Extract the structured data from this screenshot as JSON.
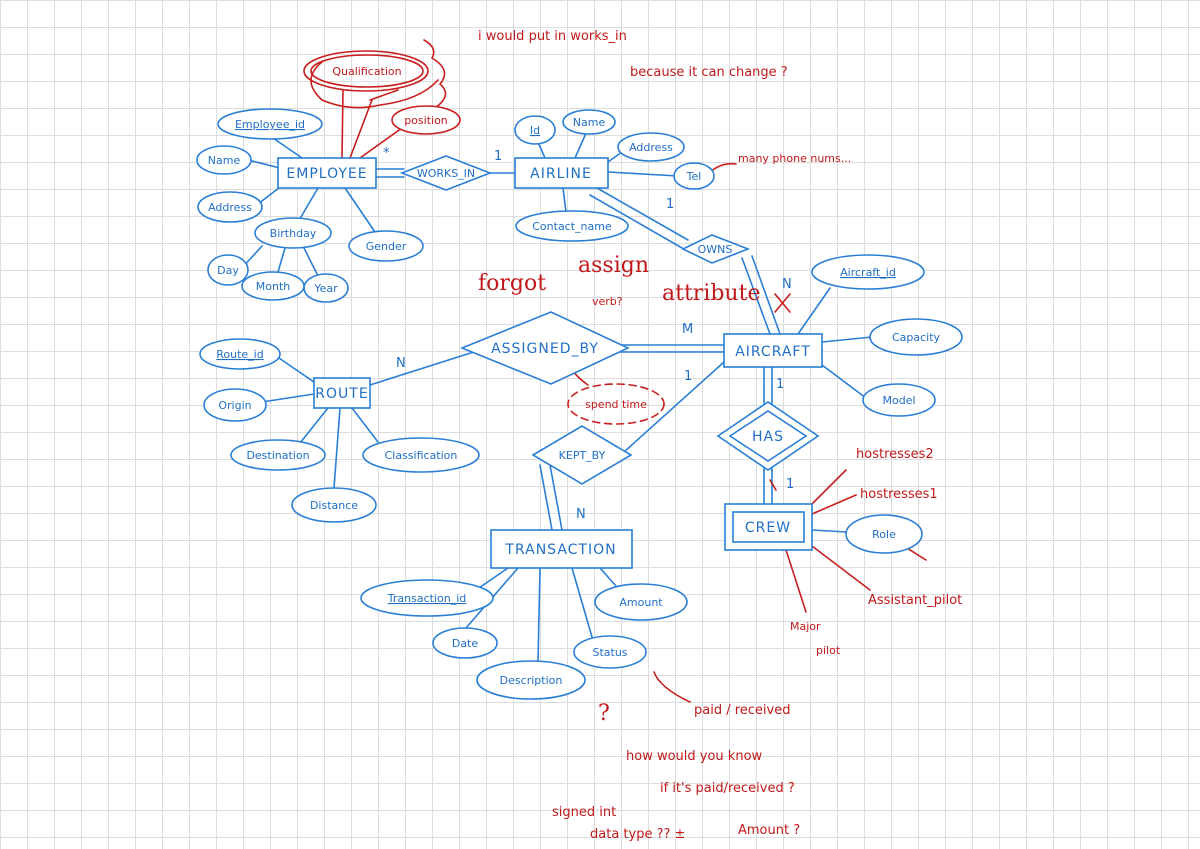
{
  "entities": {
    "employee": "EMPLOYEE",
    "airline": "AIRLINE",
    "aircraft": "AIRCRAFT",
    "route": "ROUTE",
    "transaction": "TRANSACTION",
    "crew": "CREW"
  },
  "relationships": {
    "works_in": "WORKS_IN",
    "owns": "OWNS",
    "assigned_by": "ASSIGNED_BY",
    "has": "HAS",
    "kept_by": "KEPT_BY"
  },
  "attributes": {
    "employee_id": "Employee_id",
    "emp_name": "Name",
    "emp_address": "Address",
    "birthday": "Birthday",
    "day": "Day",
    "month": "Month",
    "year": "Year",
    "gender": "Gender",
    "airline_id": "Id",
    "airline_name": "Name",
    "airline_address": "Address",
    "tel": "Tel",
    "contact_name": "Contact_name",
    "aircraft_id": "Aircraft_id",
    "capacity": "Capacity",
    "model": "Model",
    "route_id": "Route_id",
    "origin": "Origin",
    "destination": "Destination",
    "classification": "Classification",
    "distance": "Distance",
    "transaction_id": "Transaction_id",
    "date": "Date",
    "description": "Description",
    "status": "Status",
    "amount": "Amount",
    "role": "Role"
  },
  "cardinalities": {
    "works_in_employee": "*",
    "works_in_airline": "1",
    "owns_airline": "1",
    "owns_aircraft": "N",
    "assigned_route": "N",
    "assigned_aircraft": "M",
    "kept_aircraft": "1",
    "kept_transaction": "N",
    "has_aircraft": "1",
    "has_crew": "1"
  },
  "annotations": {
    "qualification": "Qualification",
    "position": "position",
    "comment_works_in_1": "i would put in works_in",
    "comment_works_in_2": "because it can change ?",
    "many_phone": "many phone nums...",
    "forgot_1": "forgot",
    "forgot_2": "assign",
    "forgot_3": "attribute",
    "verb": "verb?",
    "spend_time": "spend time",
    "hostresses2": "hostresses2",
    "hostresses1": "hostresses1",
    "assistant_pilot": "Assistant_pilot",
    "major_pilot_1": "Major",
    "major_pilot_2": "pilot",
    "paid_received": "paid / received",
    "question": "?",
    "how_1": "how would you know",
    "how_2": "if it's paid/received ?",
    "signed_1": "signed int",
    "signed_2": "data type ?? ±",
    "signed_3": "Amount ?"
  }
}
